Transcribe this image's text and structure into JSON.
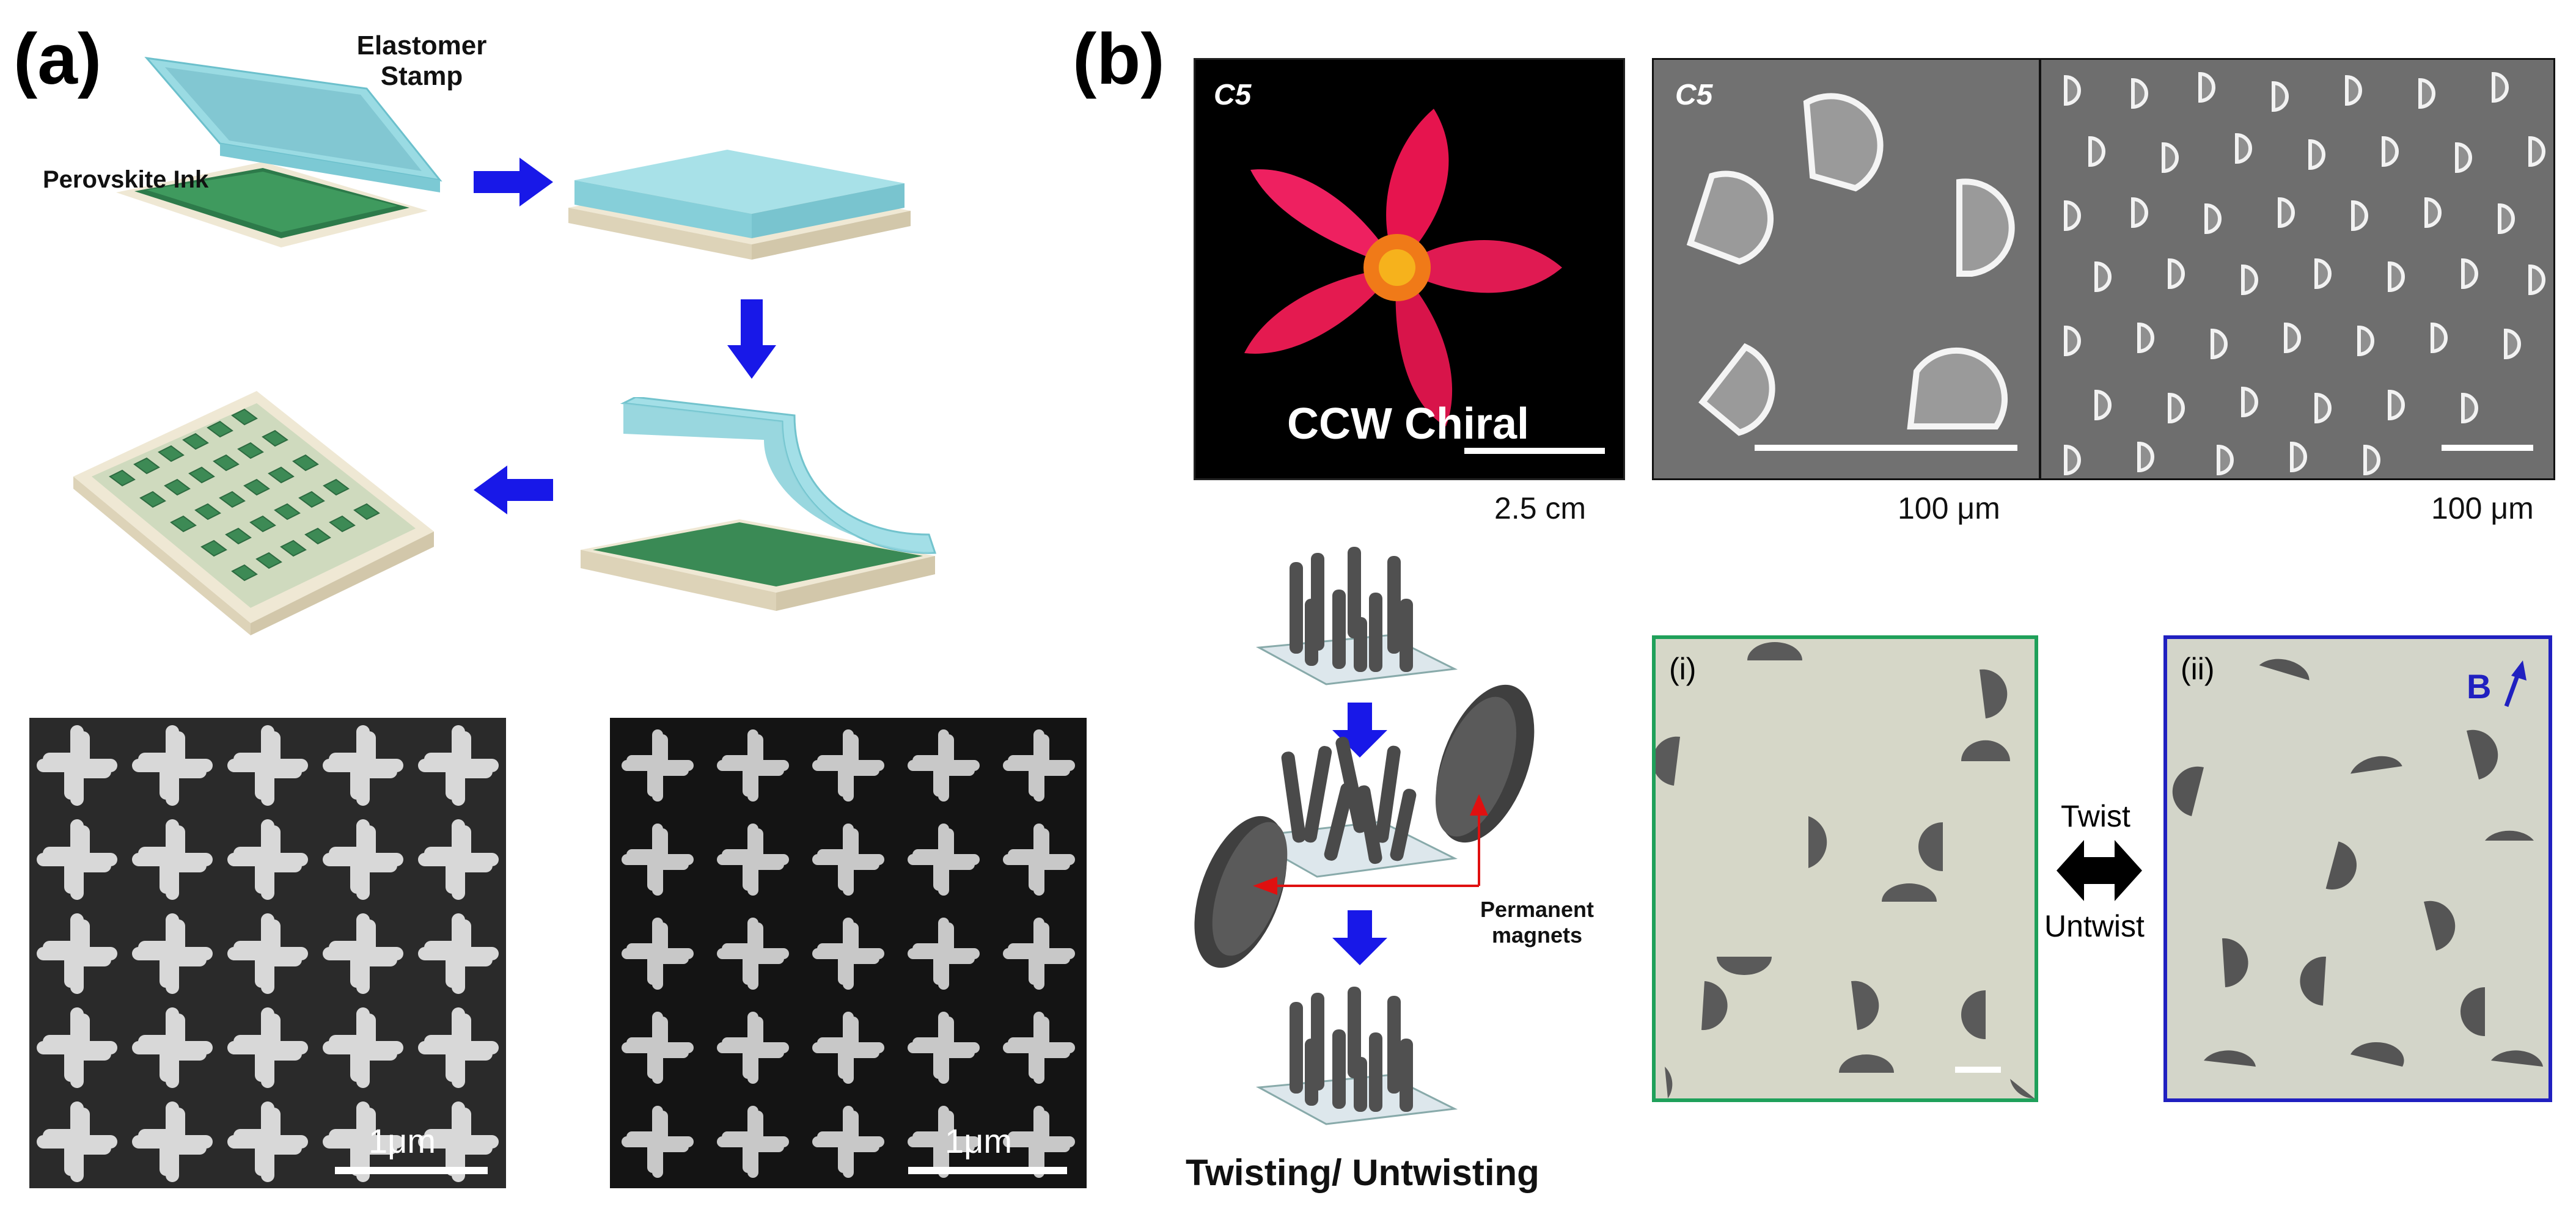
{
  "panel_a": {
    "letter": "(a)",
    "stamp_label_line1": "Elastomer",
    "stamp_label_line2": "Stamp",
    "ink_label": "Perovskite Ink",
    "sem_scale_left": "1μm",
    "sem_scale_right": "1μm"
  },
  "panel_b": {
    "letter": "(b)",
    "flower_tag": "C5",
    "flower_caption": "CCW Chiral",
    "flower_scale": "2.5 cm",
    "sem_tag": "C5",
    "sem_scale_left": "100 μm",
    "sem_scale_right": "100 μm",
    "magnets_line1": "Permanent",
    "magnets_line2": "magnets",
    "twisting_caption": "Twisting/ Untwisting",
    "micro_i_tag": "(i)",
    "micro_ii_tag": "(ii)",
    "field_label": "B",
    "twist_label": "Twist",
    "untwist_label": "Untwist"
  },
  "colors": {
    "arrow_blue": "#1818e8",
    "stamp_cyan": "#8fd8e0",
    "perovskite_green": "#3d8a55",
    "frame_green": "#1fa05a",
    "frame_blue": "#2020c0",
    "flower_pink": "#e6144e",
    "magnet_arrow_red": "#e01010"
  }
}
